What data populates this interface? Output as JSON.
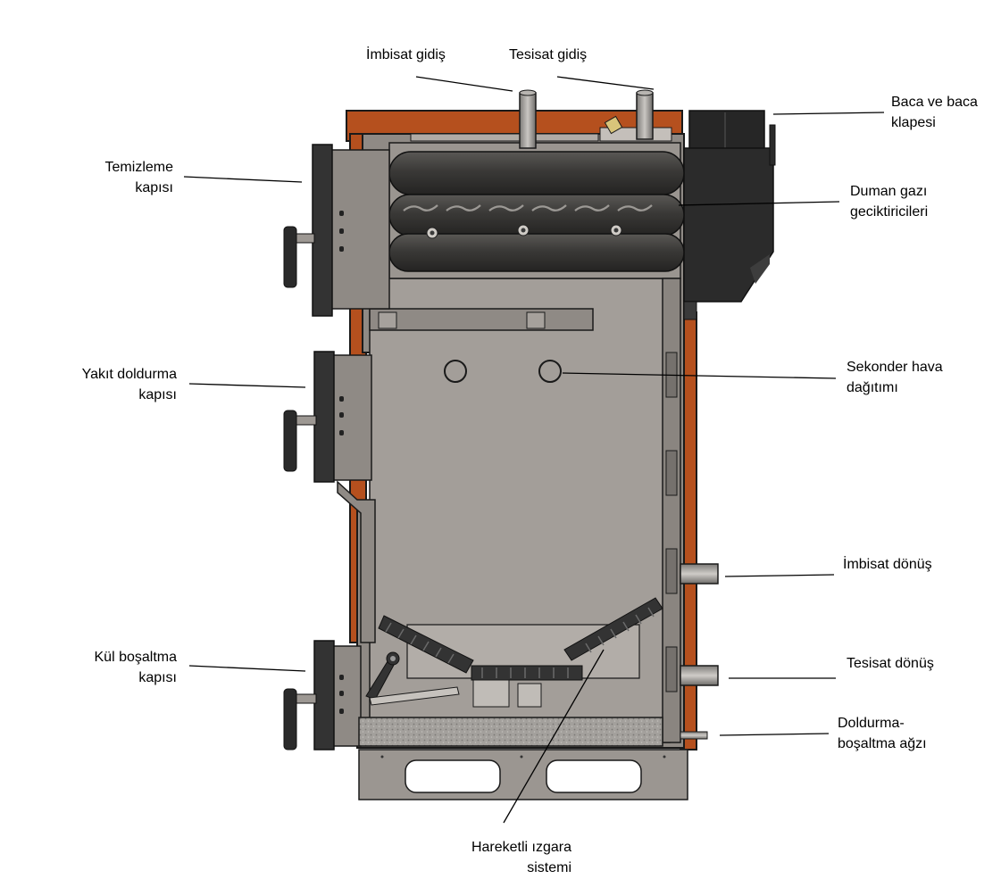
{
  "labels": {
    "imbisat_gidis": [
      "İmbisat gidiş"
    ],
    "tesisat_gidis": [
      "Tesisat gidiş"
    ],
    "baca": [
      "Baca ve baca",
      "klapesi"
    ],
    "temizleme": [
      "Temizleme",
      "kapısı"
    ],
    "duman": [
      "Duman gazı",
      "geciktiricileri"
    ],
    "yakit": [
      "Yakıt doldurma",
      "kapısı"
    ],
    "sekonder": [
      "Sekonder hava",
      "dağıtımı"
    ],
    "imbisat_donus": [
      "İmbisat dönüş"
    ],
    "tesisat_donus": [
      "Tesisat dönüş"
    ],
    "kul": [
      "Kül boşaltma",
      "kapısı"
    ],
    "doldurma": [
      "Doldurma-",
      "boşaltma ağzı"
    ],
    "izgara": [
      "Hareketli ızgara",
      "sistemi"
    ]
  },
  "colors": {
    "jacket": "#b5501e",
    "body": "#8f8a85",
    "body_light": "#a7a29d",
    "dark": "#2f2f2f",
    "outline": "#1a1a1a"
  }
}
